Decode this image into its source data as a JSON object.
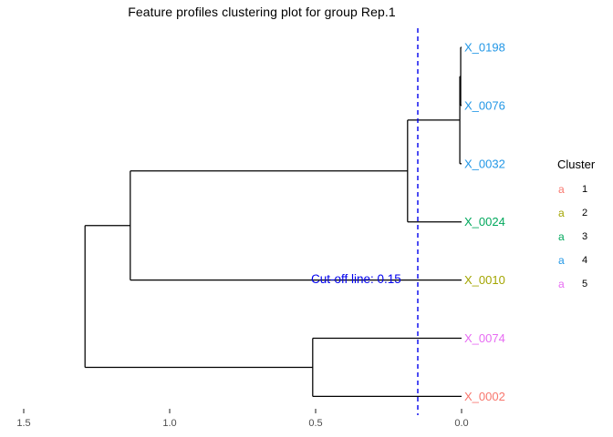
{
  "chart_data": {
    "type": "dendrogram",
    "title": "Feature profiles clustering plot for group Rep.1",
    "orientation": "horizontal-right-to-left",
    "leaves": [
      {
        "label": "X_0198",
        "cluster": "4"
      },
      {
        "label": "X_0076",
        "cluster": "4"
      },
      {
        "label": "X_0032",
        "cluster": "4"
      },
      {
        "label": "X_0024",
        "cluster": "3"
      },
      {
        "label": "X_0010",
        "cluster": "2"
      },
      {
        "label": "X_0074",
        "cluster": "5"
      },
      {
        "label": "X_0002",
        "cluster": "1"
      }
    ],
    "merges": [
      {
        "id": "m1",
        "children": [
          "X_0198",
          "X_0076"
        ],
        "height": 0.003
      },
      {
        "id": "m2",
        "children": [
          "m1",
          "X_0032"
        ],
        "height": 0.006
      },
      {
        "id": "m3",
        "children": [
          "m2",
          "X_0024"
        ],
        "height": 0.185
      },
      {
        "id": "m4",
        "children": [
          "m3",
          "X_0010"
        ],
        "height": 1.135
      },
      {
        "id": "m5",
        "children": [
          "X_0074",
          "X_0002"
        ],
        "height": 0.51
      },
      {
        "id": "m6",
        "children": [
          "m4",
          "m5"
        ],
        "height": 1.29
      }
    ],
    "cutoff": {
      "value": 0.15,
      "label": "Cut-off line: 0.15",
      "color": "#0000EE"
    },
    "x_axis": {
      "ticks": [
        "1.5",
        "1.0",
        "0.5",
        "0.0"
      ],
      "tick_values": [
        1.5,
        1.0,
        0.5,
        0.0
      ],
      "range": [
        1.55,
        -0.05
      ]
    },
    "cluster_colors": {
      "1": "#F8766D",
      "2": "#A3A500",
      "3": "#00A85C",
      "4": "#2297E6",
      "5": "#E76BF3"
    },
    "legend": {
      "title": "Cluster",
      "key_glyph": "a",
      "entries": [
        {
          "label": "1",
          "cluster": "1"
        },
        {
          "label": "2",
          "cluster": "2"
        },
        {
          "label": "3",
          "cluster": "3"
        },
        {
          "label": "4",
          "cluster": "4"
        },
        {
          "label": "5",
          "cluster": "5"
        }
      ]
    },
    "colors": {
      "branch": "#000000",
      "axis_text": "#4D4D4D",
      "axis_tick": "#333333",
      "title_text": "#000000",
      "background": "#FFFFFF"
    }
  }
}
